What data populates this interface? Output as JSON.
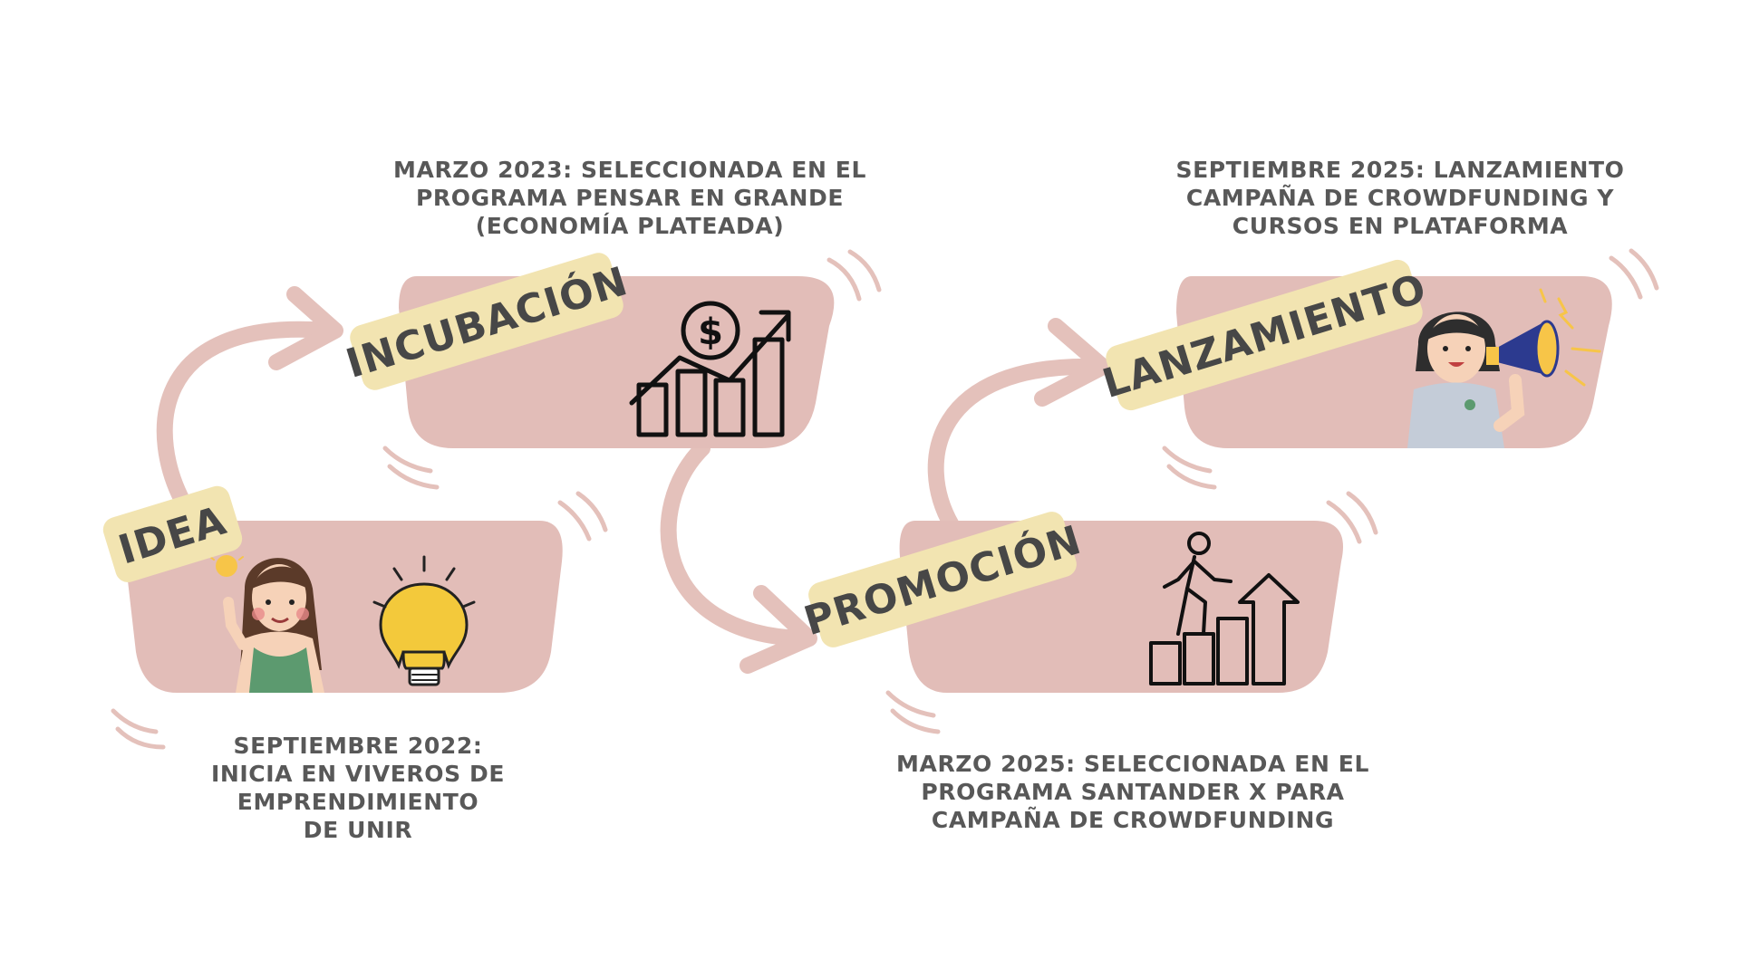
{
  "colors": {
    "card": "#e2bdb8",
    "arrow": "#e4c1bb",
    "tag": "#f2e4b1",
    "tag_text": "#474747",
    "caption_text": "#585858",
    "icon_stroke": "#111111"
  },
  "stages": [
    {
      "id": "idea",
      "tag": "IDEA",
      "caption_lines": [
        "SEPTIEMBRE 2022:",
        "INICIA EN VIVEROS DE",
        "EMPRENDIMIENTO",
        "DE UNIR"
      ],
      "icons": [
        "woman-with-idea-icon",
        "lightbulb-icon"
      ]
    },
    {
      "id": "incubacion",
      "tag": "INCUBACIÓN",
      "caption_lines": [
        "MARZO 2023: SELECCIONADA EN EL",
        "PROGRAMA PENSAR EN GRANDE",
        "(ECONOMÍA PLATEADA)"
      ],
      "icons": [
        "growth-chart-dollar-icon"
      ]
    },
    {
      "id": "promocion",
      "tag": "PROMOCIÓN",
      "caption_lines": [
        "MARZO 2025: SELECCIONADA EN EL",
        "PROGRAMA SANTANDER X PARA",
        "CAMPAÑA DE CROWDFUNDING"
      ],
      "icons": [
        "person-climbing-steps-icon"
      ]
    },
    {
      "id": "lanzamiento",
      "tag": "LANZAMIENTO",
      "caption_lines": [
        "SEPTIEMBRE 2025: LANZAMIENTO",
        "CAMPAÑA DE CROWDFUNDING Y",
        "CURSOS EN PLATAFORMA"
      ],
      "icons": [
        "woman-with-megaphone-icon"
      ]
    }
  ]
}
